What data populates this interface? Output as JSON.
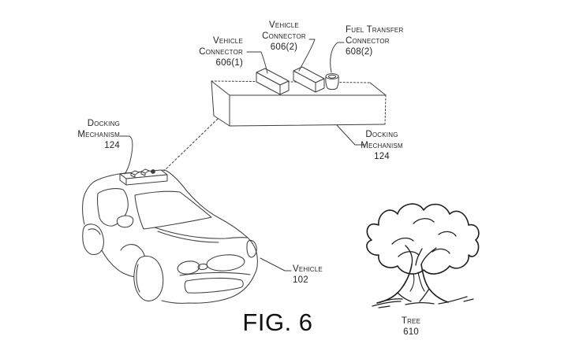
{
  "figure": {
    "caption": "FIG. 6"
  },
  "annotations": {
    "vehicle_connector_1": {
      "line1": "Vehicle",
      "line2": "Connector",
      "ref": "606(1)"
    },
    "vehicle_connector_2": {
      "line1": "Vehicle",
      "line2": "Connector",
      "ref": "606(2)"
    },
    "fuel_transfer_connector": {
      "line1": "Fuel Transfer",
      "line2": "Connector",
      "ref": "608(2)"
    },
    "docking_mechanism_left": {
      "line1": "Docking",
      "line2": "Mechanism",
      "ref": "124"
    },
    "docking_mechanism_right": {
      "line1": "Docking",
      "line2": "Mechanism",
      "ref": "124"
    },
    "vehicle": {
      "label": "Vehicle",
      "ref": "102"
    },
    "tree": {
      "label": "Tree",
      "ref": "610"
    }
  },
  "drawing": {
    "background": "#ffffff",
    "ink_color": "#3f3f3f",
    "tree_ink_color": "#1f1f1f"
  }
}
